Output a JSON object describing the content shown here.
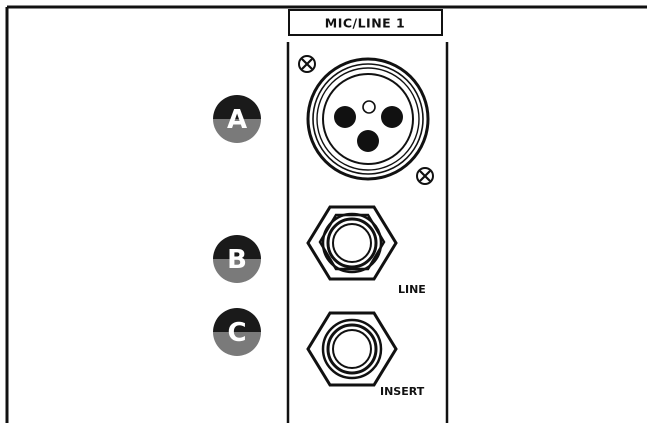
{
  "panel": {
    "title": "MIC/LINE 1"
  },
  "callouts": [
    {
      "letter": "A",
      "target": "XLR input"
    },
    {
      "letter": "B",
      "target": "LINE jack"
    },
    {
      "letter": "C",
      "target": "INSERT jack"
    }
  ],
  "jacks": {
    "line_label": "LINE",
    "insert_label": "INSERT"
  },
  "colors": {
    "line": "#111111",
    "background": "#ffffff",
    "badge_top": "#1a1a1a",
    "badge_bottom": "#7a7a7a",
    "badge_text": "#ffffff"
  }
}
